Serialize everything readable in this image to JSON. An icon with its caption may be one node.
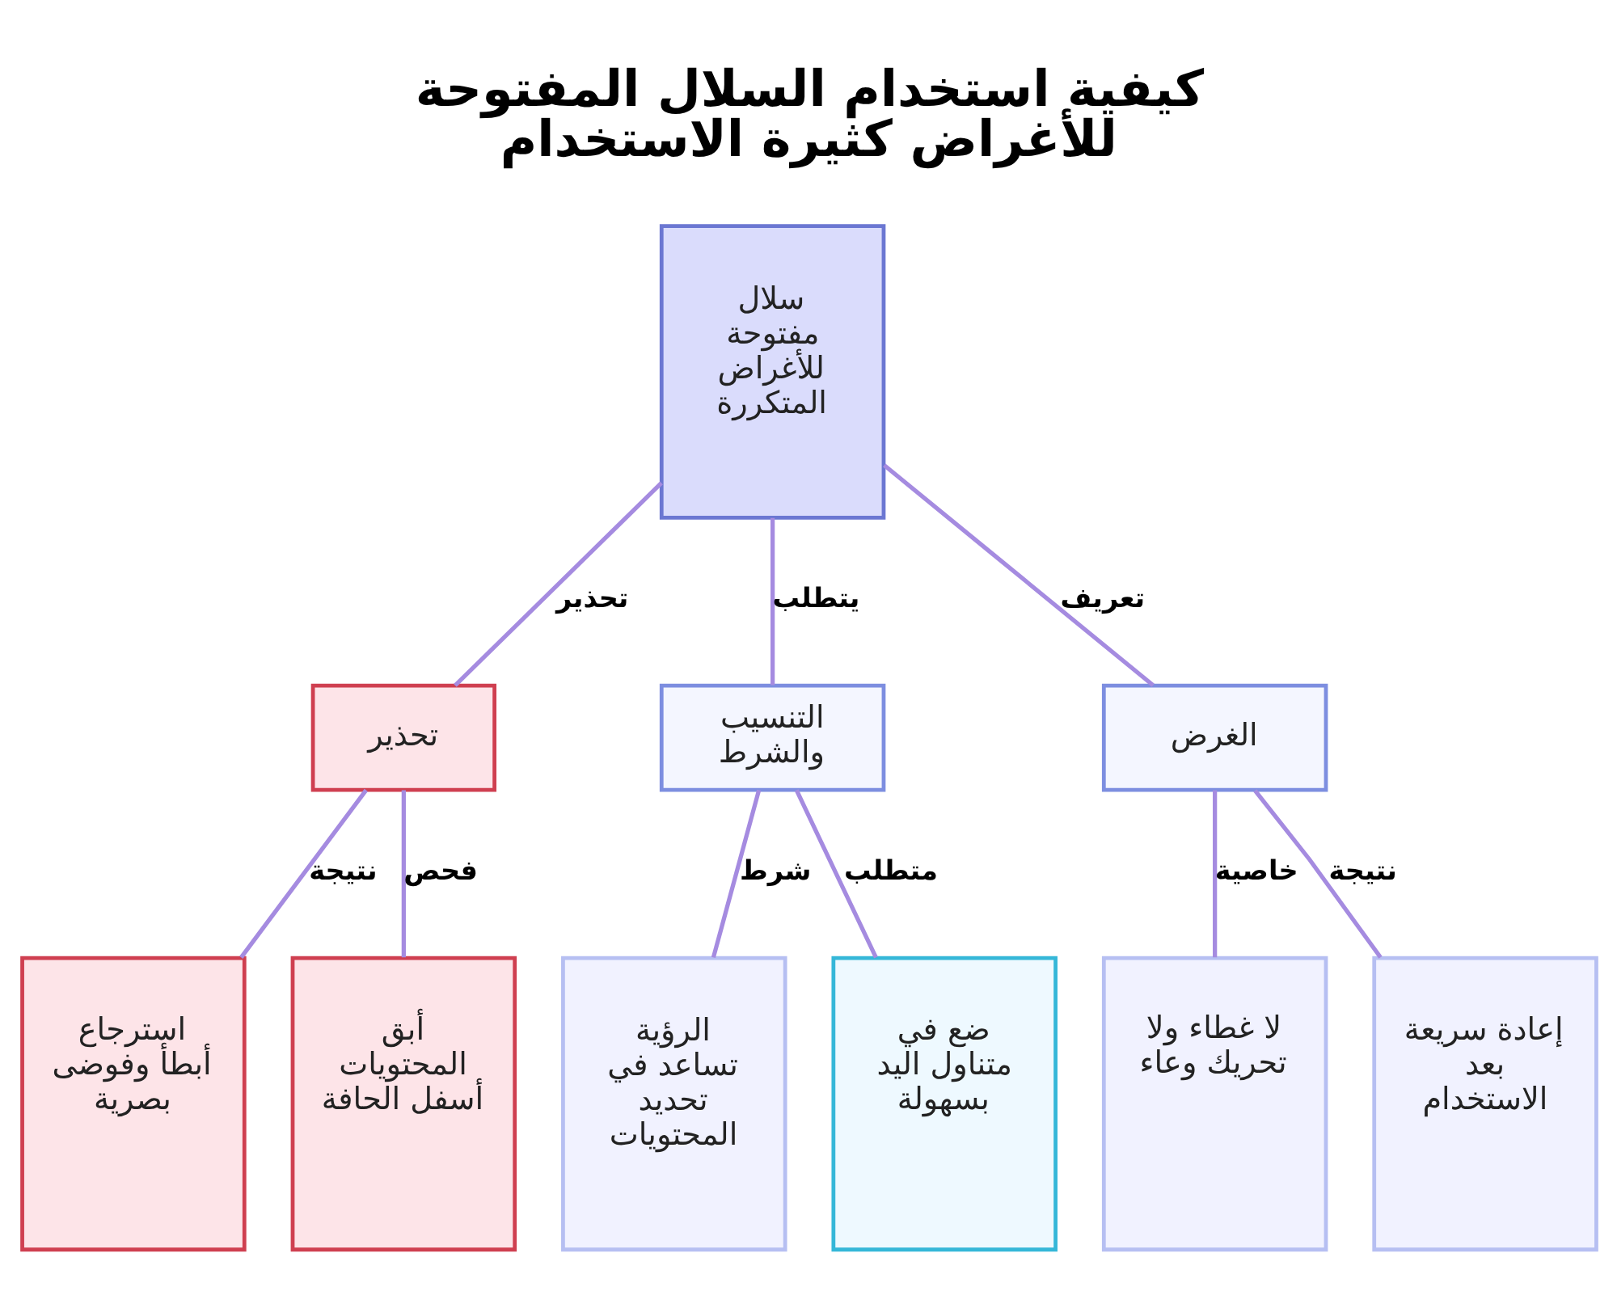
{
  "diagram": {
    "title": "كيفية استخدام السلال المفتوحة للأغراض كثيرة الاستخدام",
    "nodes": [
      {
        "text": [
          "سلال مفتوحة للأغراض المتكررة"
        ]
      },
      {
        "text": [
          "تحذير"
        ]
      },
      {
        "text": [
          "التنسيب والشرط"
        ]
      },
      {
        "text": [
          "الغرض"
        ]
      },
      {
        "text": [
          "استرجاع أبطأ وفوضى بصرية"
        ]
      },
      {
        "text": [
          "أبق المحتويات أسفل الحافة"
        ]
      },
      {
        "text": [
          "الرؤية تساعد في تحديد المحتويات"
        ]
      },
      {
        "text": [
          "ضع في متناول اليد بسهولة"
        ]
      },
      {
        "text": [
          "لا غطاء ولا تحريك وعاء"
        ]
      },
      {
        "text": [
          "إعادة سريعة بعد الاستخدام"
        ]
      }
    ],
    "edges": [
      {
        "from": 0,
        "to": 1,
        "arrow": "none",
        "label": "تحذير"
      },
      {
        "from": 0,
        "to": 2,
        "arrow": "none",
        "label": "يتطلب"
      },
      {
        "from": 0,
        "to": 3,
        "arrow": "none",
        "label": "تعريف"
      },
      {
        "from": 1,
        "to": 4,
        "arrow": "none",
        "label": "نتيجة"
      },
      {
        "from": 1,
        "to": 5,
        "arrow": "none",
        "label": "فحص"
      },
      {
        "from": 2,
        "to": 6,
        "arrow": "none",
        "label": "شرط"
      },
      {
        "from": 2,
        "to": 7,
        "arrow": "none",
        "label": "متطلب"
      },
      {
        "from": 3,
        "to": 8,
        "arrow": "none",
        "label": "خاصية"
      },
      {
        "from": 3,
        "to": 9,
        "arrow": "none",
        "label": "نتيجة"
      }
    ]
  }
}
